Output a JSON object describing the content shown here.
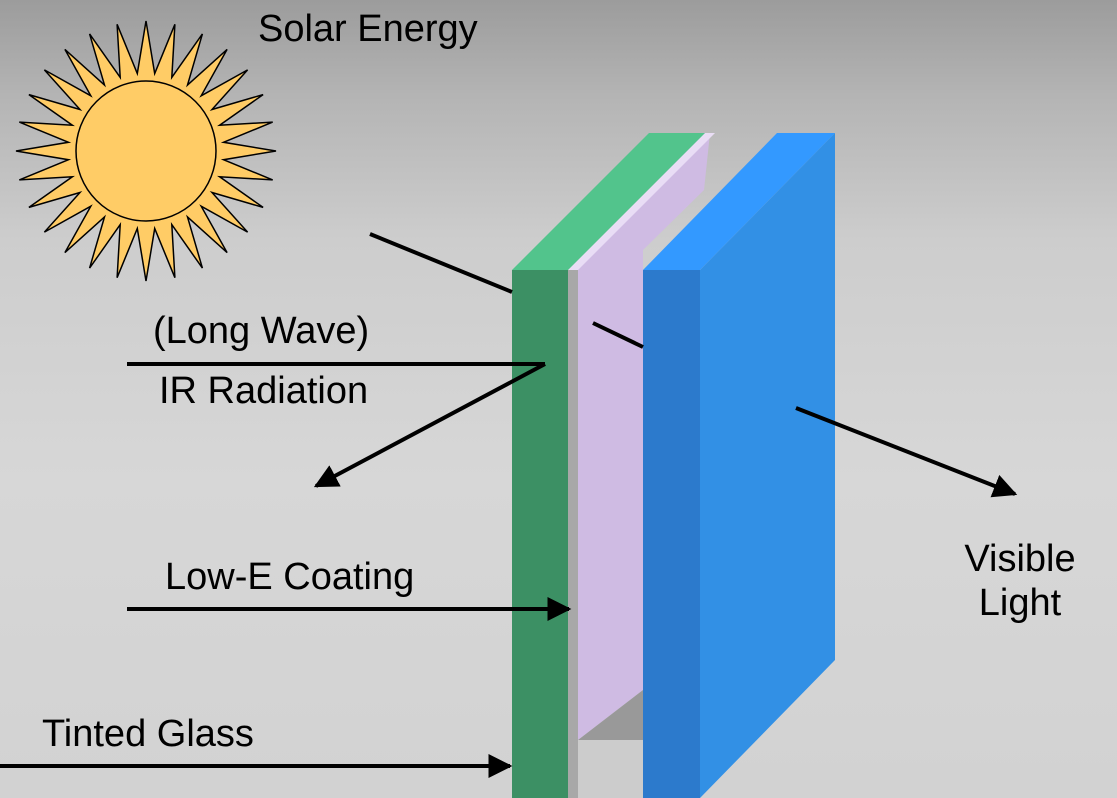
{
  "labels": {
    "solar_energy": "Solar Energy",
    "long_wave": "(Long Wave)",
    "ir_radiation": "IR Radiation",
    "low_e_coating": "Low-E Coating",
    "tinted_glass": "Tinted Glass",
    "visible_line1": "Visible",
    "visible_line2": "Light"
  },
  "colors": {
    "sun_fill": "#FFCC66",
    "sun_stroke": "#000000",
    "tinted_front": "#3C9064",
    "tinted_top": "#52C48C",
    "coating_front": "#CFBBE3",
    "coating_side": "#E4D8F0",
    "clear_front": "#2C7ACC",
    "clear_side": "#3290E5",
    "clear_top": "#3399FF",
    "arrow": "#000000"
  }
}
